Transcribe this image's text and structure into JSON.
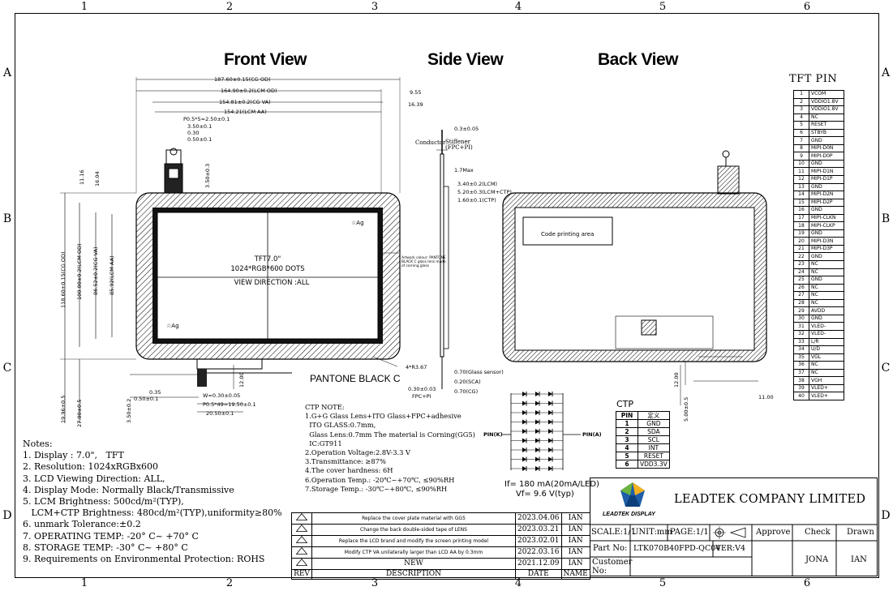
{
  "zones": {
    "columns": [
      "1",
      "2",
      "3",
      "4",
      "5",
      "6"
    ],
    "rows": [
      "A",
      "B",
      "C",
      "D"
    ]
  },
  "views": {
    "front": "Front View",
    "side": "Side View",
    "back": "Back View"
  },
  "front_view": {
    "panel_label_1": "TFT7.0\"",
    "panel_label_2": "1024*RGB*600 DOTS",
    "panel_label_3": "VIEW DIRECTION :ALL",
    "ag_label_1": "☆Ag",
    "ag_label_2": "☆Ag",
    "pantone": "PANTONE BLACK C",
    "dims": {
      "cg_od": "187.60±0.15(CG OD)",
      "lcm_od": "164.90±0.2(LCM OD)",
      "cg_va": "154.81±0.2(CG VA)",
      "lcm_aa": "154.21(LCM AA)",
      "d955": "9.55",
      "d1639": "16.39",
      "p05": "P0.5*5=2.50±0.1",
      "d350": "3.50±0.1",
      "d030": "0.30",
      "d050": "0.50±0.1",
      "d350v": "3.50±0.3",
      "h_cgod": "118.60±0.15(CG OD)",
      "h_lcmod": "100.00±0.2(LCM OD)",
      "h_cgva": "86.52±0.2(CG VA)",
      "h_lcmaa": "85.92(LCM AA)",
      "d1116": "11.16",
      "d1604": "16.04",
      "r367": "4*R3.67",
      "d1965": "19.96±0.5",
      "d2700": "27.00±0.5",
      "d035": "0.35",
      "d050b": "0.50±0.1",
      "d350b": "3.50±0.2",
      "w030": "W=0.30±0.05",
      "p05b": "P0.5*49=19.50±0.1",
      "d2050": "20.50±0.1",
      "d1200": "12.00"
    },
    "artwork_note": "Artwork colour: PANTONE BLACK C glass lens made of corning glass"
  },
  "side_view": {
    "conductor": "Conductor",
    "stiffener": "Stiffener (FPC+PI)",
    "d03": "0.3±0.05",
    "d17": "1.7Max",
    "d340": "3.40±0.2(LCM)",
    "d520": "5.20±0.3(LCM+CTP)",
    "d160": "1.60±0.1(CTP)",
    "d070g": "0.70(Glass sensor)",
    "d020": "0.20(SCA)",
    "d070c": "0.70(CG)",
    "d030": "0.30±0.03",
    "fpc": "FPC+PI"
  },
  "back_view": {
    "code_area": "Code printing area",
    "d1200": "12.00",
    "d500": "5.00±0.5",
    "d1100": "11.00"
  },
  "tft_pin": {
    "title": "TFT PIN",
    "pins": [
      [
        "1",
        "VCOM"
      ],
      [
        "2",
        "VDDIO1.8V"
      ],
      [
        "3",
        "VDDIO1.8V"
      ],
      [
        "4",
        "NC"
      ],
      [
        "5",
        "RESET"
      ],
      [
        "6",
        "STBYB"
      ],
      [
        "7",
        "GND"
      ],
      [
        "8",
        "MIPI-D0N"
      ],
      [
        "9",
        "MIPI-D0P"
      ],
      [
        "10",
        "GND"
      ],
      [
        "11",
        "MIPI-D1N"
      ],
      [
        "12",
        "MIPI-D1P"
      ],
      [
        "13",
        "GND"
      ],
      [
        "14",
        "MIPI-D2N"
      ],
      [
        "15",
        "MIPI-D2P"
      ],
      [
        "16",
        "GND"
      ],
      [
        "17",
        "MIPI-CLKN"
      ],
      [
        "18",
        "MIPI-CLKP"
      ],
      [
        "19",
        "GND"
      ],
      [
        "20",
        "MIPI-D3N"
      ],
      [
        "21",
        "MIPI-D3P"
      ],
      [
        "22",
        "GND"
      ],
      [
        "23",
        "NC"
      ],
      [
        "24",
        "NC"
      ],
      [
        "25",
        "GND"
      ],
      [
        "26",
        "NC"
      ],
      [
        "27",
        "NC"
      ],
      [
        "28",
        "NC"
      ],
      [
        "29",
        "AVDD"
      ],
      [
        "30",
        "GND"
      ],
      [
        "31",
        "VLED-"
      ],
      [
        "32",
        "VLED-"
      ],
      [
        "33",
        "L/R"
      ],
      [
        "34",
        "U/D"
      ],
      [
        "35",
        "VGL"
      ],
      [
        "36",
        "NC"
      ],
      [
        "37",
        "NC"
      ],
      [
        "38",
        "VGH"
      ],
      [
        "39",
        "VLED+"
      ],
      [
        "40",
        "VLED+"
      ]
    ]
  },
  "ctp": {
    "title": "CTP",
    "header": [
      "PIN",
      "定义"
    ],
    "pins": [
      [
        "1",
        "GND"
      ],
      [
        "2",
        "SDA"
      ],
      [
        "3",
        "SCL"
      ],
      [
        "4",
        "INT"
      ],
      [
        "5",
        "RESET"
      ],
      [
        "6",
        "VDD3.3V"
      ]
    ]
  },
  "led": {
    "pin_k": "PIN(K)",
    "pin_a": "PIN(A)",
    "if": "If= 180 mA(20mA/LED)",
    "vf": "Vf= 9.6 V(typ)"
  },
  "ctp_note": {
    "lines": [
      "CTP NOTE:",
      "1.G+G Glass Lens+ITO Glass+FPC+adhesive",
      "  ITO GLASS:0.7mm,",
      "  Glass Lens:0.7mm The material is Corning(GG5)",
      "  IC:GT911",
      "2.Operation Voltage:2.8V-3.3 V",
      "3.Transmittance: ≥87%",
      "4.The cover hardness: 6H",
      "6.Operation Temp.: -20℃~+70℃, ≤90%RH",
      "7.Storage Temp.: -30℃~+80℃, ≤90%RH"
    ]
  },
  "notes": {
    "lines": [
      "Notes:",
      "1. Display : 7.0\",   TFT",
      "2. Resolution: 1024xRGBx600",
      "3. LCD Viewing Direction: ALL,",
      "4. Display Mode: Normally Black/Transmissive",
      "5. LCM Brightness: 500cd/m²(TYP),",
      "   LCM+CTP Brightness: 480cd/m²(TYP),uniformity≥80%",
      "6. unmark Tolerance:±0.2",
      "7. OPERATING TEMP: -20° C~ +70° C",
      "8. STORAGE TEMP: -30° C~ +80° C",
      "9. Requirements on Environmental Protection: ROHS"
    ]
  },
  "revisions": {
    "rows": [
      [
        "Replace the cover plate material with GG5",
        "2023.04.06",
        "IAN"
      ],
      [
        "Change the back double-sided tape of LENS",
        "2023.03.21",
        "IAN"
      ],
      [
        "Replace the LCD brand and modify the screen printing model",
        "2023.02.01",
        "IAN"
      ],
      [
        "Modify CTP VA unilaterally larger than LCD AA by 0.3mm",
        "2022.03.16",
        "IAN"
      ],
      [
        "NEW",
        "2021.12.09",
        "IAN"
      ]
    ],
    "header": [
      "REV",
      "DESCRIPTION",
      "DATE",
      "NAME"
    ]
  },
  "title_block": {
    "company": "LEADTEK COMPANY LIMITED",
    "logo_text": "LEADTEK DISPLAY",
    "scale": "SCALE:1/1",
    "unit": "UNIT:mm",
    "page": "PAGE:1/1",
    "approve": "Approve",
    "check": "Check",
    "drawn": "Drawn",
    "part_no_label": "Part No:",
    "part_no": "LTK070B40FPD-QC04",
    "ver": "VER:V4",
    "customer_no_label": "Customer No:",
    "check_name": "JONA",
    "drawn_name": "IAN"
  }
}
